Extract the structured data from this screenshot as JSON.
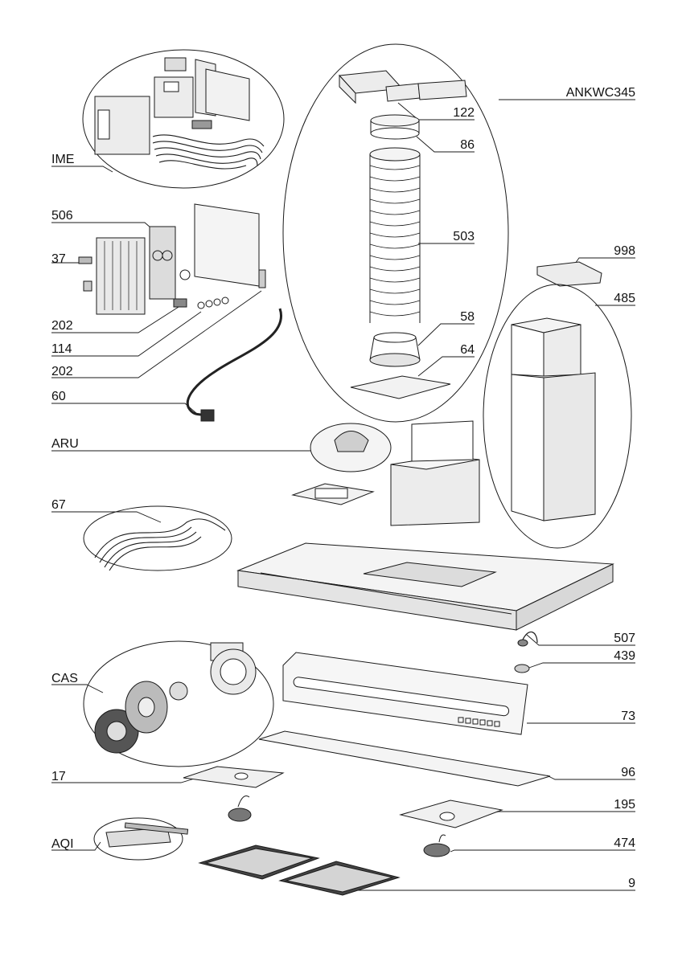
{
  "colors": {
    "line": "#1a1a1a",
    "fill_light": "#ececec",
    "fill_mid": "#cfcfcf",
    "fill_dark": "#555555"
  },
  "labels_left": {
    "ime": "IME",
    "p506": "506",
    "p37": "37",
    "p202a": "202",
    "p114": "114",
    "p202b": "202",
    "p60": "60",
    "aru": "ARU",
    "p67": "67",
    "cas": "CAS",
    "p17": "17",
    "aqi": "AQI"
  },
  "labels_right": {
    "ankwc345": "ANKWC345",
    "p122": "122",
    "p86": "86",
    "p503": "503",
    "p998": "998",
    "p485": "485",
    "p58": "58",
    "p64": "64",
    "p507": "507",
    "p439": "439",
    "p73": "73",
    "p96": "96",
    "p195": "195",
    "p474": "474",
    "p9": "9"
  }
}
